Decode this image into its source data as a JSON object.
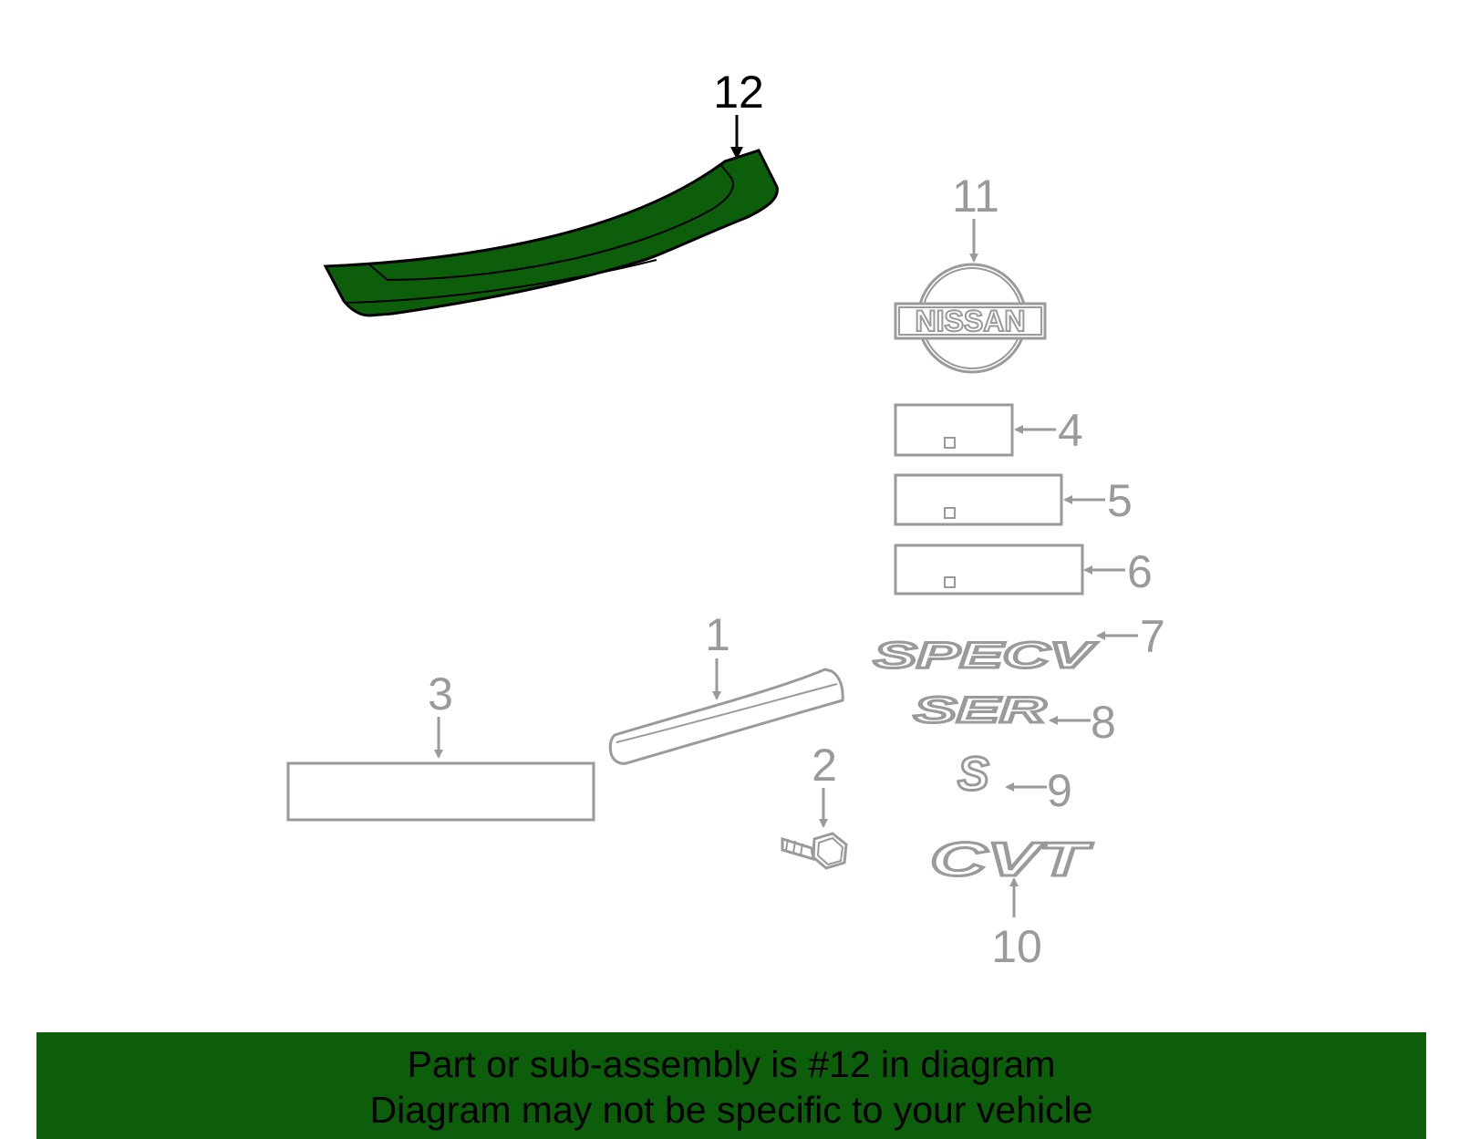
{
  "diagram": {
    "callouts": {
      "c1": "1",
      "c2": "2",
      "c3": "3",
      "c4": "4",
      "c5": "5",
      "c6": "6",
      "c7": "7",
      "c8": "8",
      "c9": "9",
      "c10": "10",
      "c11": "11",
      "c12": "12"
    },
    "highlighted_part": "12",
    "emblems": {
      "nissan": "NISSAN",
      "specv": "SPECV",
      "ser": "SER",
      "s": "S",
      "cvt": "CVT"
    },
    "colors": {
      "highlight": "#0d5e0a",
      "line": "#9a9a9a",
      "banner": "#0d5e0a"
    }
  },
  "banner": {
    "line1": "Part or sub-assembly is #12 in diagram",
    "line2": "Diagram may not be specific to your vehicle"
  }
}
